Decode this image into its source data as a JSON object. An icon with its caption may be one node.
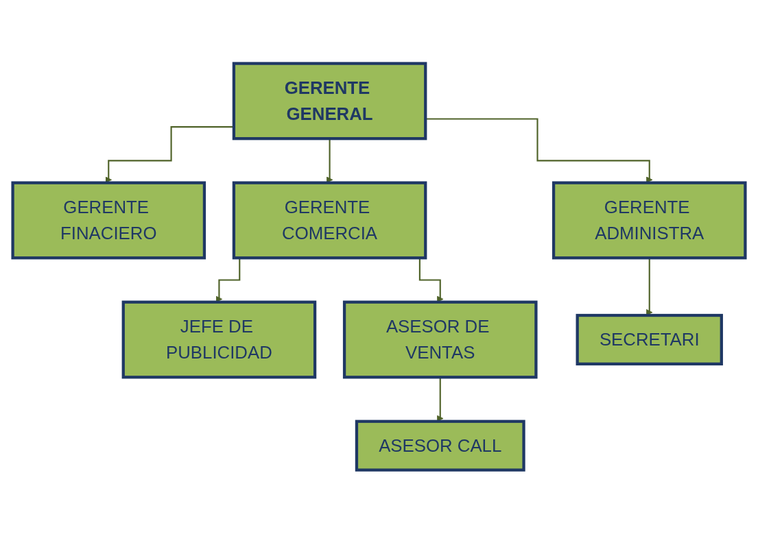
{
  "diagram": {
    "nodes": [
      {
        "text": [
          "GERENTE GENERAL"
        ]
      },
      {
        "text": [
          "GERENTE FINACIERO"
        ]
      },
      {
        "text": [
          "GERENTE COMERCIA"
        ]
      },
      {
        "text": [
          "GERENTE ADMINISTRA"
        ]
      },
      {
        "text": [
          "JEFE DE PUBLICIDAD"
        ]
      },
      {
        "text": [
          "ASESOR DE VENTAS"
        ]
      },
      {
        "text": [
          "SECRETARI"
        ]
      },
      {
        "text": [
          "ASESOR CALL"
        ]
      }
    ],
    "edges": [
      {
        "from": 0,
        "to": 2,
        "arrow": "to"
      },
      {
        "from": 0,
        "to": 1,
        "arrow": "to"
      },
      {
        "from": 0,
        "to": 3,
        "arrow": "to"
      },
      {
        "from": 2,
        "to": 4,
        "arrow": "to"
      },
      {
        "from": 2,
        "to": 5,
        "arrow": "to"
      },
      {
        "from": 3,
        "to": 6,
        "arrow": "to"
      },
      {
        "from": 5,
        "to": 7,
        "arrow": "to"
      }
    ]
  }
}
